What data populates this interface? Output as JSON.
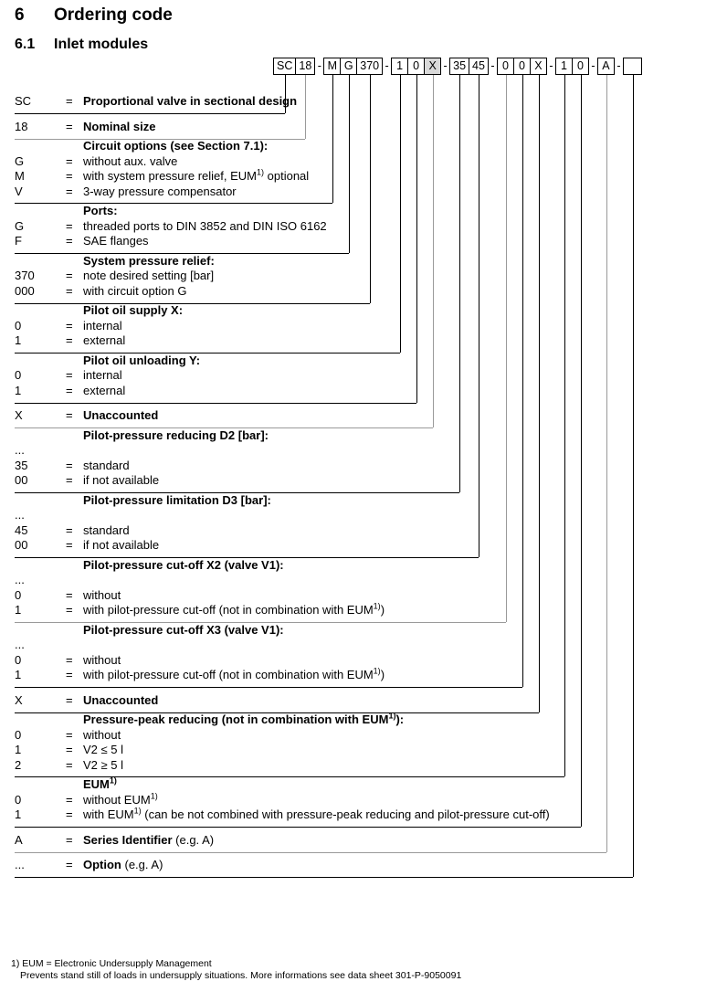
{
  "headings": {
    "section_number": "6",
    "section_title": "Ordering code",
    "subsection_number": "6.1",
    "subsection_title": "Inlet modules"
  },
  "ordering_code": {
    "segments": [
      {
        "type": "box",
        "value": "SC"
      },
      {
        "type": "box",
        "value": "18"
      },
      {
        "type": "dash",
        "value": "-"
      },
      {
        "type": "box",
        "value": "M"
      },
      {
        "type": "box",
        "value": "G"
      },
      {
        "type": "box",
        "value": "370"
      },
      {
        "type": "dash",
        "value": "-"
      },
      {
        "type": "box",
        "value": "1"
      },
      {
        "type": "box",
        "value": "0"
      },
      {
        "type": "box",
        "value": "X",
        "shade": "grey"
      },
      {
        "type": "dash",
        "value": "-"
      },
      {
        "type": "box",
        "value": "35"
      },
      {
        "type": "box",
        "value": "45"
      },
      {
        "type": "dash",
        "value": "-"
      },
      {
        "type": "box",
        "value": "0"
      },
      {
        "type": "box",
        "value": "0"
      },
      {
        "type": "box",
        "value": "X"
      },
      {
        "type": "dash",
        "value": "-"
      },
      {
        "type": "box",
        "value": "1"
      },
      {
        "type": "box",
        "value": "0"
      },
      {
        "type": "dash",
        "value": "-"
      },
      {
        "type": "box",
        "value": "A"
      },
      {
        "type": "dash",
        "value": "-"
      },
      {
        "type": "box",
        "value": ""
      }
    ]
  },
  "blocks": [
    {
      "id": "designation",
      "title": "",
      "rows": [
        {
          "key": "SC",
          "eq": "=",
          "val": "Proportional valve in sectional design",
          "bold": true
        }
      ]
    },
    {
      "id": "nominal-size",
      "title": "",
      "rows": [
        {
          "key": "18",
          "eq": "=",
          "val": "Nominal size",
          "bold": true
        }
      ]
    },
    {
      "id": "circuit-options",
      "title": "Circuit options (see Section 7.1):",
      "rows": [
        {
          "key": "G",
          "eq": "=",
          "val": "without aux. valve"
        },
        {
          "key": "M",
          "eq": "=",
          "val": "with system pressure relief, EUM<sup>1)</sup> optional",
          "html": true
        },
        {
          "key": "V",
          "eq": "=",
          "val": "3-way pressure compensator"
        }
      ]
    },
    {
      "id": "ports",
      "title": "Ports:",
      "rows": [
        {
          "key": "G",
          "eq": "=",
          "val": "threaded ports to DIN 3852 and DIN ISO 6162"
        },
        {
          "key": "F",
          "eq": "=",
          "val": "SAE flanges"
        }
      ]
    },
    {
      "id": "system-pressure-relief",
      "title": "System pressure relief:",
      "rows": [
        {
          "key": "370",
          "eq": "=",
          "val": "note desired setting [bar]"
        },
        {
          "key": "000",
          "eq": "=",
          "val": "with circuit option G"
        }
      ]
    },
    {
      "id": "pilot-oil-supply-x",
      "title": "Pilot oil supply X:",
      "rows": [
        {
          "key": "0",
          "eq": "=",
          "val": "internal"
        },
        {
          "key": "1",
          "eq": "=",
          "val": "external"
        }
      ]
    },
    {
      "id": "pilot-oil-unloading-y",
      "title": "Pilot oil unloading Y:",
      "rows": [
        {
          "key": "0",
          "eq": "=",
          "val": "internal"
        },
        {
          "key": "1",
          "eq": "=",
          "val": "external"
        }
      ]
    },
    {
      "id": "unaccounted-1",
      "title": "",
      "rows": [
        {
          "key": "X",
          "eq": "=",
          "val": "Unaccounted",
          "bold": true
        }
      ]
    },
    {
      "id": "pilot-pressure-reducing-d2",
      "title": "Pilot-pressure reducing D2 [bar]:",
      "rows": [
        {
          "key": "...",
          "eq": "",
          "val": ""
        },
        {
          "key": "35",
          "eq": "=",
          "val": "standard"
        },
        {
          "key": "00",
          "eq": "=",
          "val": "if not available"
        }
      ]
    },
    {
      "id": "pilot-pressure-limitation-d3",
      "title": "Pilot-pressure limitation D3 [bar]:",
      "rows": [
        {
          "key": "...",
          "eq": "",
          "val": ""
        },
        {
          "key": "45",
          "eq": "=",
          "val": "standard"
        },
        {
          "key": "00",
          "eq": "=",
          "val": "if not available"
        }
      ]
    },
    {
      "id": "pilot-pressure-cutoff-x2",
      "title": "Pilot-pressure cut-off X2 (valve V1):",
      "rows": [
        {
          "key": "...",
          "eq": "",
          "val": ""
        },
        {
          "key": "0",
          "eq": "=",
          "val": "without"
        },
        {
          "key": "1",
          "eq": "=",
          "val": "with pilot-pressure cut-off (not in combination with EUM<sup>1)</sup>)",
          "html": true
        }
      ]
    },
    {
      "id": "pilot-pressure-cutoff-x3",
      "title": "Pilot-pressure cut-off X3 (valve V1):",
      "rows": [
        {
          "key": "...",
          "eq": "",
          "val": ""
        },
        {
          "key": "0",
          "eq": "=",
          "val": "without"
        },
        {
          "key": "1",
          "eq": "=",
          "val": "with pilot-pressure cut-off (not in combination with EUM<sup>1)</sup>)",
          "html": true
        }
      ]
    },
    {
      "id": "unaccounted-2",
      "title": "",
      "rows": [
        {
          "key": "X",
          "eq": "=",
          "val": "Unaccounted",
          "bold": true
        }
      ]
    },
    {
      "id": "pressure-peak-reducing",
      "title": "Pressure-peak reducing (not in combination with EUM<sup>1)</sup>):",
      "title_html": true,
      "rows": [
        {
          "key": "0",
          "eq": "=",
          "val": "without"
        },
        {
          "key": "1",
          "eq": "=",
          "val": "V2 ≤ 5 l"
        },
        {
          "key": "2",
          "eq": "=",
          "val": "V2 ≥ 5 l"
        }
      ]
    },
    {
      "id": "eum",
      "title": "EUM<sup>1)</sup>",
      "title_html": true,
      "rows": [
        {
          "key": "0",
          "eq": "=",
          "val": "without EUM<sup>1)</sup>",
          "html": true
        },
        {
          "key": "1",
          "eq": "=",
          "val": "with EUM<sup>1)</sup> (can be not combined with pressure-peak reducing and pilot-pressure cut-off)",
          "html": true
        }
      ]
    },
    {
      "id": "series-identifier",
      "title": "",
      "rows": [
        {
          "key": "A",
          "eq": "=",
          "val": "Series Identifier (e.g. A)",
          "bold": true,
          "partial_bold": "Series Identifier"
        }
      ]
    },
    {
      "id": "option",
      "title": "",
      "rows": [
        {
          "key": "...",
          "eq": "=",
          "val": "Option (e.g. A)",
          "bold": true,
          "partial_bold": "Option"
        }
      ]
    }
  ],
  "footnotes": {
    "line1": "1) EUM = Electronic Undersupply Management",
    "line2": "Prevents stand still of loads in undersupply situations. More informations see data sheet 301-P-9050091"
  },
  "colors": {
    "text": "#000000",
    "separator": "#8c8c8c",
    "box_border": "#000000",
    "box_shade": "#d9d9d9",
    "background": "#ffffff"
  }
}
